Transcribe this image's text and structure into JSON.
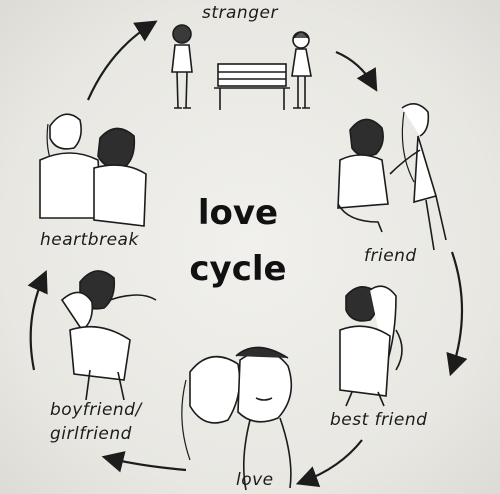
{
  "center_title": {
    "line1": "love",
    "line2": "cycle"
  },
  "stages": [
    {
      "id": "stranger",
      "label": "stranger"
    },
    {
      "id": "friend",
      "label": "friend"
    },
    {
      "id": "best-friend",
      "label": "best friend"
    },
    {
      "id": "love",
      "label": "love"
    },
    {
      "id": "boyfriend-girlfriend",
      "label_line1": "boyfriend/",
      "label_line2": "girlfriend"
    },
    {
      "id": "heartbreak",
      "label": "heartbreak"
    }
  ],
  "colors": {
    "ink": "#1c1c1c",
    "background": "#eceae5"
  }
}
